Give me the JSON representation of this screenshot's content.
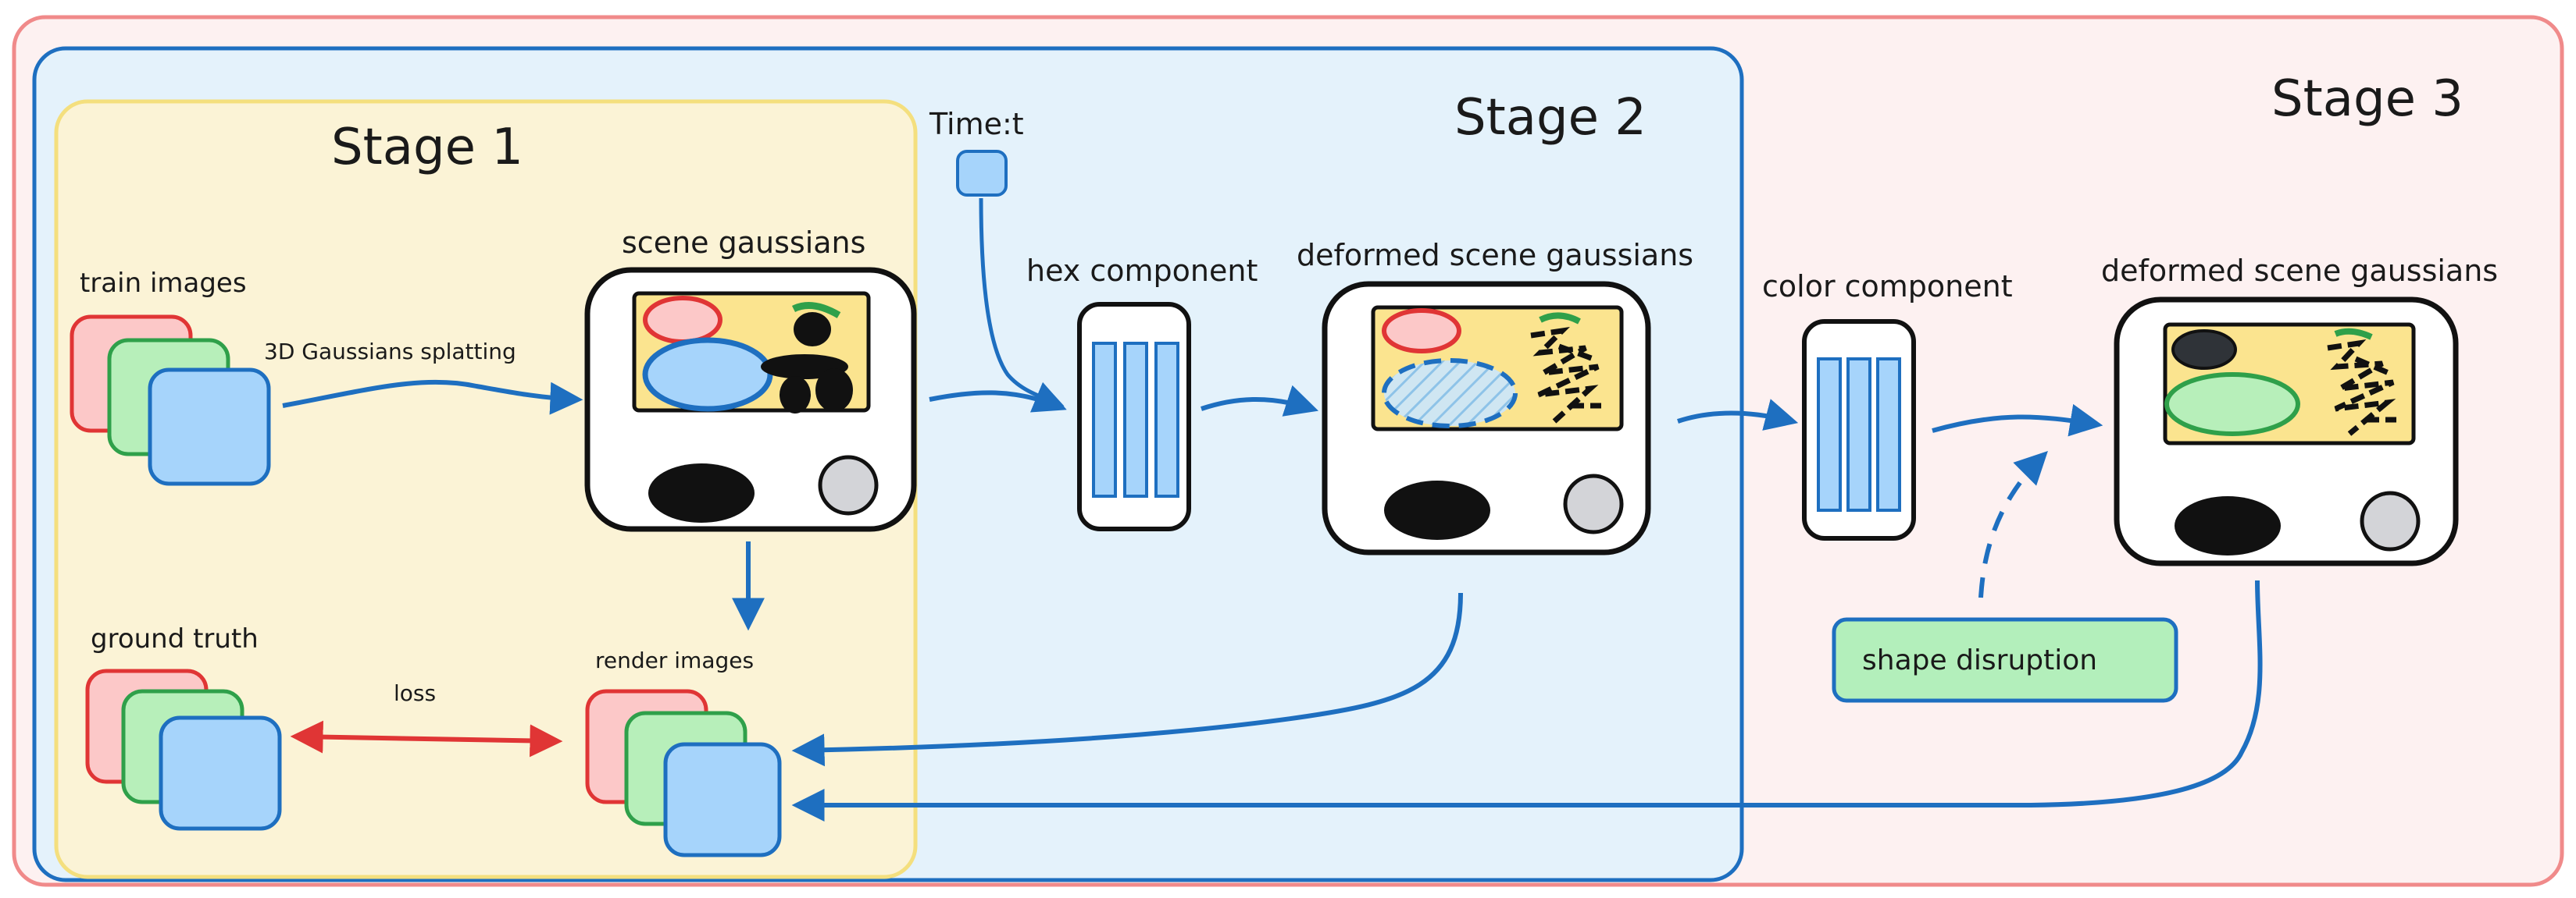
{
  "stages": {
    "stage1": "Stage 1",
    "stage2": "Stage 2",
    "stage3": "Stage 3"
  },
  "labels": {
    "train_images": "train images",
    "splatting": "3D Gaussians splatting",
    "scene_gaussians": "scene gaussians",
    "time": "Time:t",
    "hex_component": "hex component",
    "deformed_1": "deformed scene gaussians",
    "color_component": "color component",
    "deformed_2": "deformed scene gaussians",
    "ground_truth": "ground truth",
    "loss": "loss",
    "render_images": "render images",
    "shape_disruption": "shape disruption"
  },
  "colors": {
    "stage3_border": "#f08a8a",
    "stage3_fill": "#fdf1f1",
    "stage2_border": "#1e6fc0",
    "stage2_fill": "#e4f2fb",
    "stage1_border": "#f4df7e",
    "stage1_fill": "#fbf3d6",
    "arrow_blue": "#1e6fc0",
    "arrow_red": "#e03535",
    "image_blue": "#a6d4fb",
    "image_green": "#b7efba",
    "image_red": "#fcc8c8",
    "screen_yellow": "#fbe48f",
    "pill_green": "#b3efbb"
  }
}
